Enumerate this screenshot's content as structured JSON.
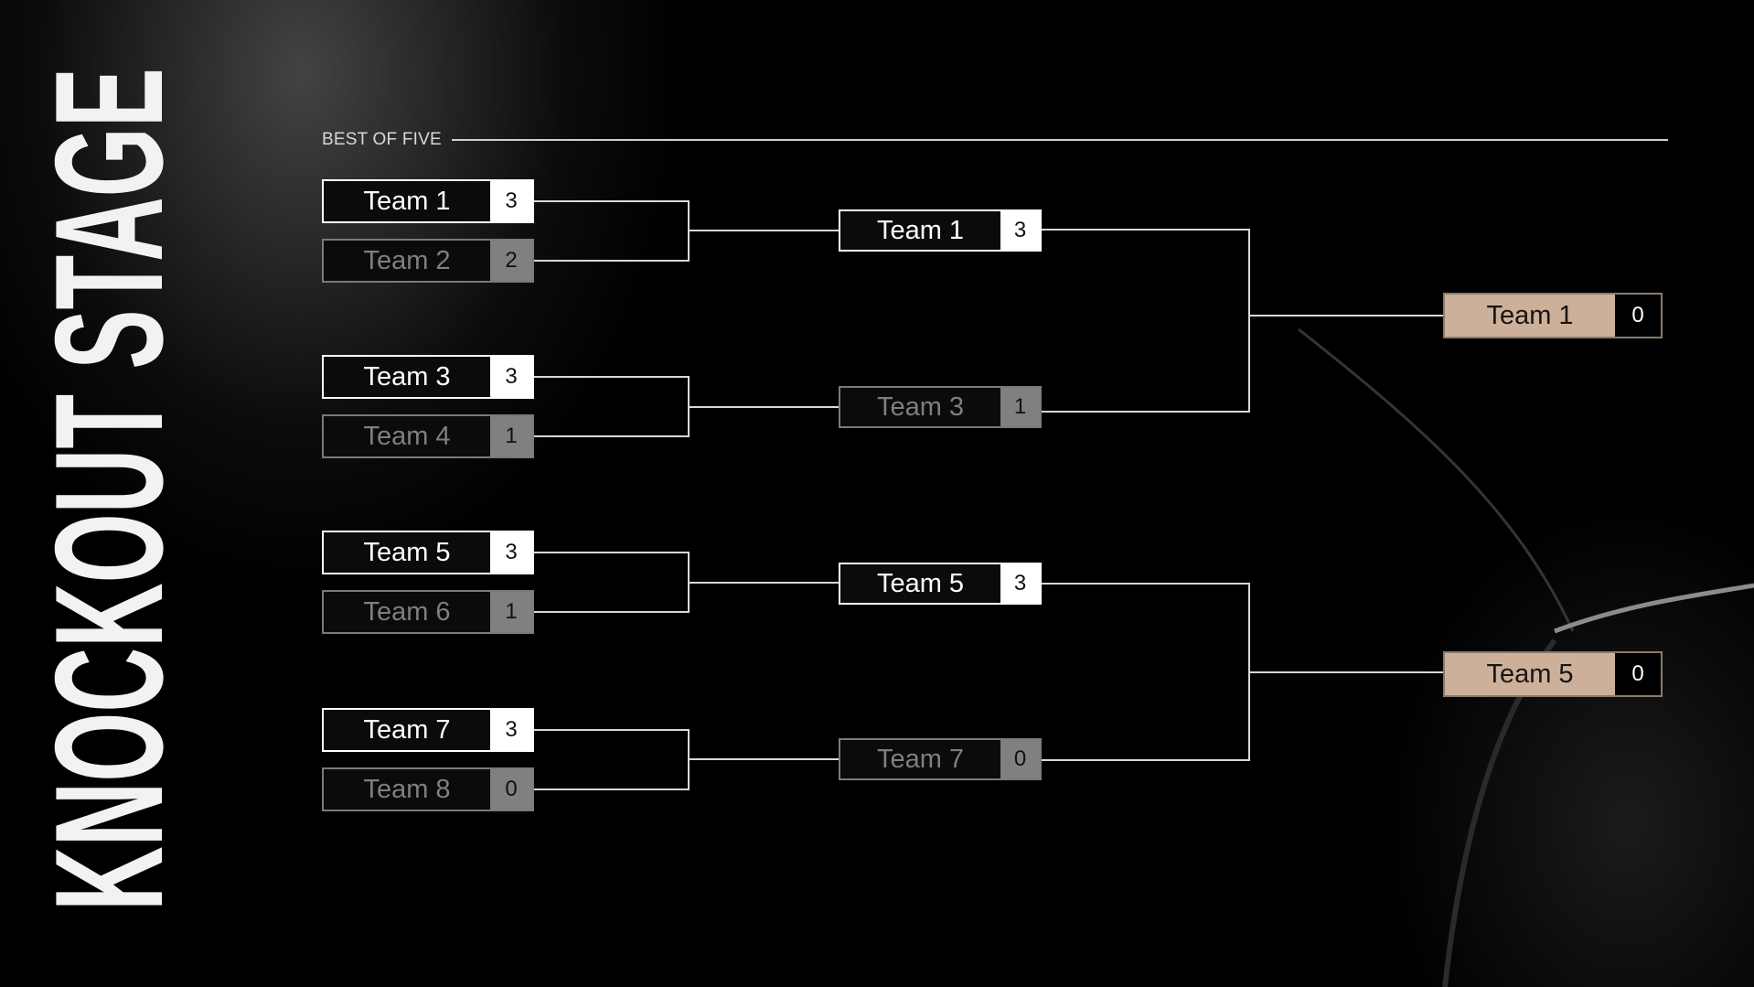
{
  "title": "KNOCKOUT STAGE",
  "format_label": "BEST OF FIVE",
  "round1": [
    {
      "team": "Team 1",
      "score": "3",
      "result": "win"
    },
    {
      "team": "Team 2",
      "score": "2",
      "result": "loss"
    },
    {
      "team": "Team 3",
      "score": "3",
      "result": "win"
    },
    {
      "team": "Team 4",
      "score": "1",
      "result": "loss"
    },
    {
      "team": "Team 5",
      "score": "3",
      "result": "win"
    },
    {
      "team": "Team 6",
      "score": "1",
      "result": "loss"
    },
    {
      "team": "Team 7",
      "score": "3",
      "result": "win"
    },
    {
      "team": "Team 8",
      "score": "0",
      "result": "loss"
    }
  ],
  "round2": [
    {
      "team": "Team 1",
      "score": "3",
      "result": "win"
    },
    {
      "team": "Team 3",
      "score": "1",
      "result": "loss"
    },
    {
      "team": "Team 5",
      "score": "3",
      "result": "win"
    },
    {
      "team": "Team 7",
      "score": "0",
      "result": "loss"
    }
  ],
  "final": [
    {
      "team": "Team 1",
      "score": "0"
    },
    {
      "team": "Team 5",
      "score": "0"
    }
  ],
  "colors": {
    "background": "#000000",
    "final_accent": "#ccb09a",
    "loser_gray": "#808080"
  }
}
